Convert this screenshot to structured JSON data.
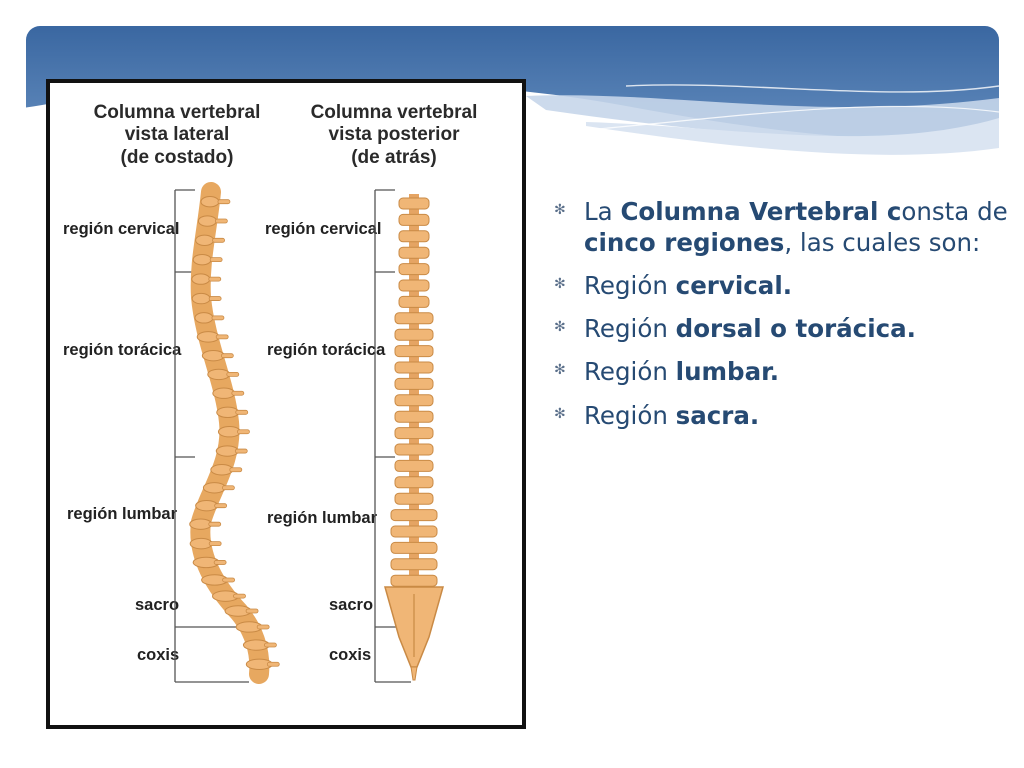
{
  "theme": {
    "accent": "#3d6aa3",
    "text": "#264a73",
    "bone": "#f0b676",
    "bone_edge": "#c98a45"
  },
  "figure": {
    "lateral_title": [
      "Columna vertebral",
      "vista lateral",
      "(de costado)"
    ],
    "posterior_title": [
      "Columna vertebral",
      "vista posterior",
      "(de atrás)"
    ],
    "regions": [
      "región cervical",
      "región torácica",
      "región lumbar",
      "sacro",
      "coxis"
    ]
  },
  "bullets": [
    {
      "parts": [
        {
          "t": "La ",
          "b": false
        },
        {
          "t": "Columna Vertebral c",
          "b": true
        },
        {
          "t": "onsta de ",
          "b": false
        },
        {
          "t": "cinco regiones",
          "b": true
        },
        {
          "t": ", las cuales son:",
          "b": false
        }
      ]
    },
    {
      "parts": [
        {
          "t": "Región ",
          "b": false
        },
        {
          "t": "cervical.",
          "b": true
        }
      ]
    },
    {
      "parts": [
        {
          "t": "Región ",
          "b": false
        },
        {
          "t": "dorsal o torácica.",
          "b": true
        }
      ]
    },
    {
      "parts": [
        {
          "t": "Región ",
          "b": false
        },
        {
          "t": "lumbar.",
          "b": true
        }
      ]
    },
    {
      "parts": [
        {
          "t": "Región ",
          "b": false
        },
        {
          "t": "sacra.",
          "b": true
        }
      ]
    }
  ],
  "icons": {
    "bullet": "asterisk-icon"
  }
}
